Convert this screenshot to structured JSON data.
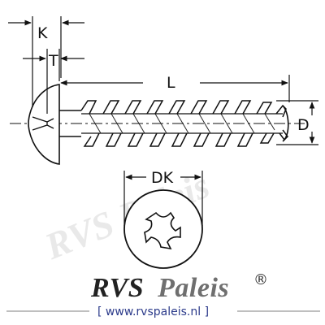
{
  "dimensions": {
    "k_label": "K",
    "t_label": "T",
    "l_label": "L",
    "d_label": "D",
    "dk_label": "DK"
  },
  "logo": {
    "part1": "RVS",
    "part2": "Paleis",
    "registered": "®"
  },
  "website": {
    "url_text": "[ www.rvspaleis.nl ]"
  },
  "colors": {
    "line": "#111111",
    "logo_dark": "#222222",
    "logo_grey": "#6f6f6f",
    "url": "#2b3a8a"
  }
}
